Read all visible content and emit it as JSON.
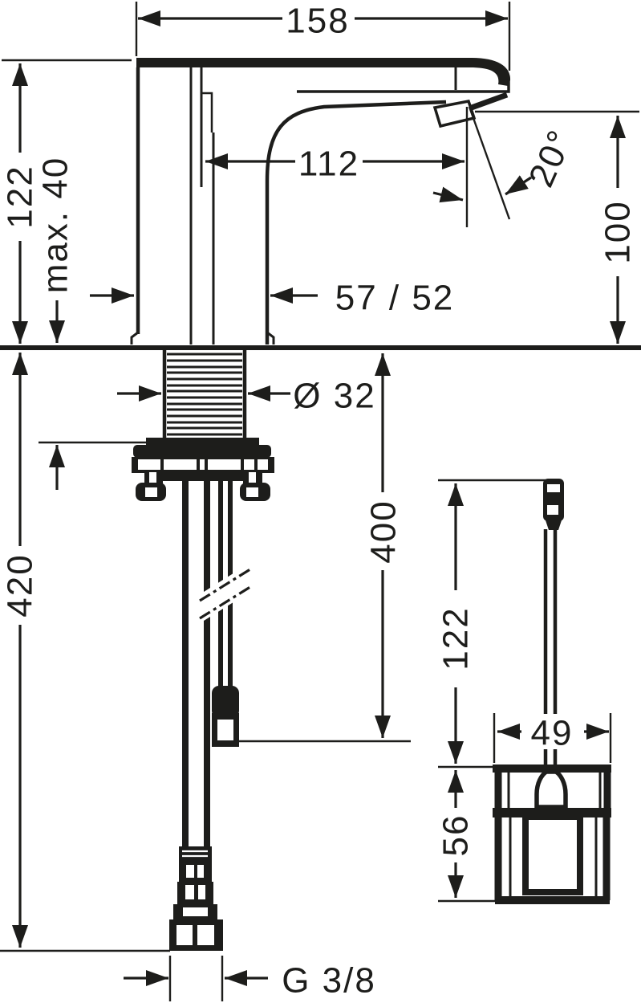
{
  "drawing": {
    "kind": "technical-dimension-drawing",
    "subject": "electronic basin mixer with under-counter control box",
    "units": "mm",
    "style": {
      "ink_color": "#1d1d1b",
      "background_color": "#ffffff"
    },
    "dims": {
      "total_width": "158",
      "body_height": "122",
      "mount_thickness": "max. 40",
      "spout_reach": "112",
      "outlet_angle": "20°",
      "outlet_height": "100",
      "body_depth": "57 / 52",
      "shank_diameter": "Ø 32",
      "cable_length": "400",
      "hose_length": "420",
      "detail_cable_length": "122",
      "control_box_width": "49",
      "control_box_height": "56",
      "hose_thread": "G 3/8"
    }
  }
}
